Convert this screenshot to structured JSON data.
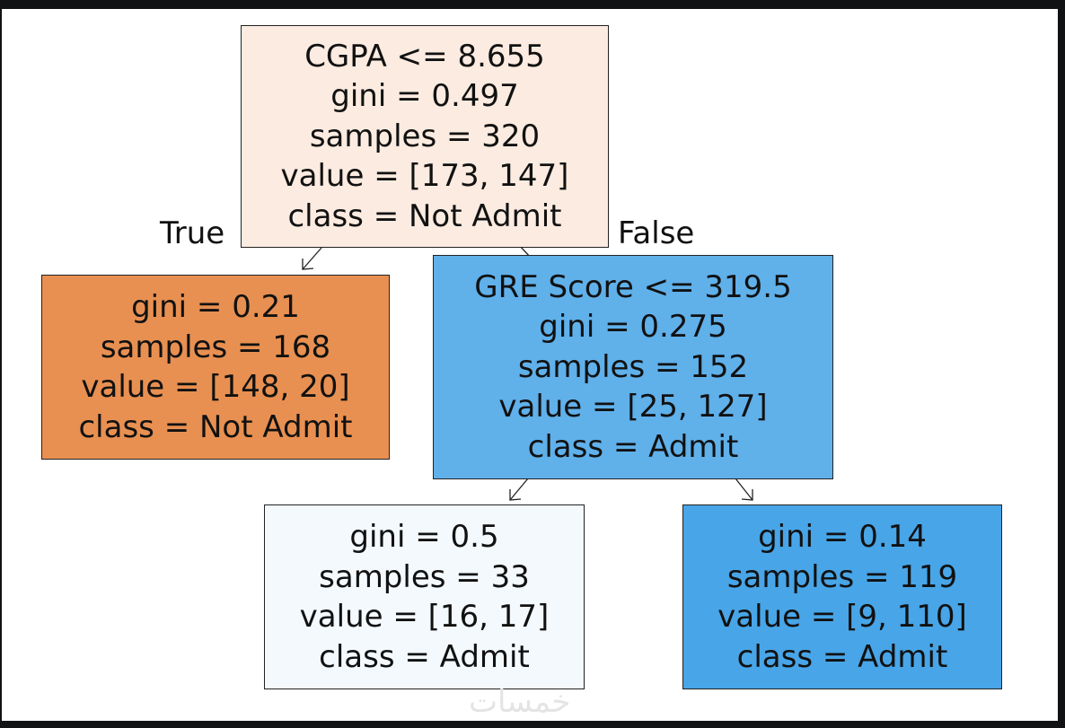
{
  "edge_labels": {
    "true": "True",
    "false": "False"
  },
  "nodes": {
    "root": {
      "lines": [
        "CGPA <= 8.655",
        "gini = 0.497",
        "samples = 320",
        "value = [173, 147]",
        "class = Not Admit"
      ],
      "color": "#fbebe0"
    },
    "left": {
      "lines": [
        "gini = 0.21",
        "samples = 168",
        "value = [148, 20]",
        "class = Not Admit"
      ],
      "color": "#e89051"
    },
    "gre": {
      "lines": [
        "GRE Score <= 319.5",
        "gini = 0.275",
        "samples = 152",
        "value = [25, 127]",
        "class = Admit"
      ],
      "color": "#60b0ea"
    },
    "gre_left": {
      "lines": [
        "gini = 0.5",
        "samples = 33",
        "value = [16, 17]",
        "class = Admit"
      ],
      "color": "#f3f9fd"
    },
    "gre_right": {
      "lines": [
        "gini = 0.14",
        "samples = 119",
        "value = [9, 110]",
        "class = Admit"
      ],
      "color": "#48a5e7"
    }
  },
  "watermark": "خمسات"
}
